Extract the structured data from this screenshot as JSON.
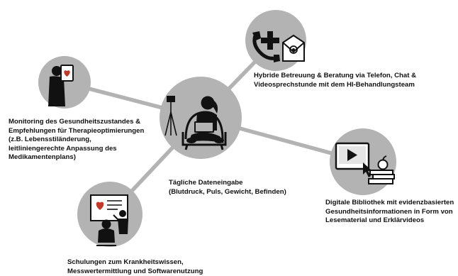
{
  "colors": {
    "node_fill": "#b3b3b3",
    "connector": "#b3b3b3",
    "icon": "#111111",
    "accent_red": "#c0392b",
    "label_text": "#111111"
  },
  "center_node": {
    "icon": "person-with-laptop-icon",
    "label_lines": [
      "Tägliche Dateneingabe",
      "(Blutdruck, Puls, Gewicht, Befinden)"
    ]
  },
  "nodes": {
    "hybrid_care": {
      "icon": "phone-plus-mail-icon",
      "label_lines": [
        "Hybride Betreuung & Beratung via Telefon, Chat &",
        "Videosprechstunde mit dem HI-Behandlungsteam"
      ]
    },
    "monitoring": {
      "icon": "person-with-tablet-icon",
      "label_lines": [
        "Monitoring des Gesundheitszustandes &",
        "Empfehlungen für Therapieoptimierungen",
        "(z.B. Lebensstiländerung,",
        "leitliniengerechte Anpassung des",
        "Medikamentenplans)"
      ]
    },
    "library": {
      "icon": "video-books-icon",
      "label_lines": [
        "Digitale Bibliothek mit evidenzbasierten",
        "Gesundheitsinformationen in Form von",
        "Lesematerial und Erklärvideos"
      ]
    },
    "training": {
      "icon": "presentation-icon",
      "label_lines": [
        "Schulungen zum Krankheitswissen,",
        "Messwertermittlung und Softwarenutzung"
      ]
    }
  }
}
